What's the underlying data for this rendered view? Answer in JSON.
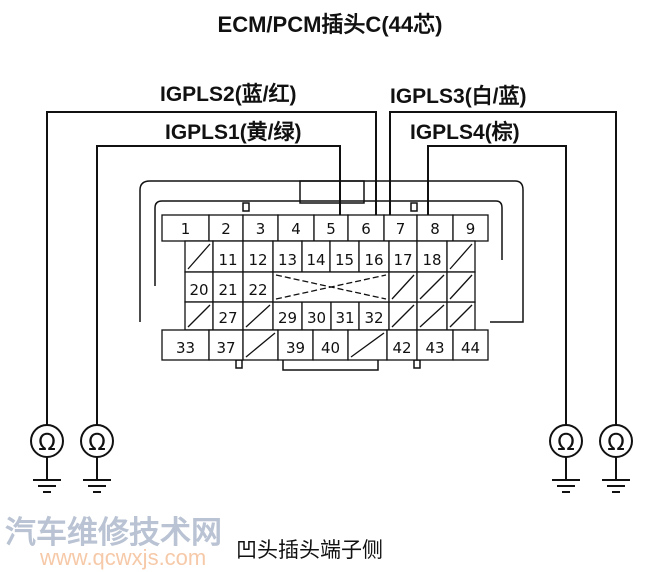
{
  "title": "ECM/PCM插头C(44芯)",
  "labels": {
    "igpls2": "IGPLS2(蓝/红)",
    "igpls1": "IGPLS1(黄/绿)",
    "igpls3": "IGPLS3(白/蓝)",
    "igpls4": "IGPLS4(棕)"
  },
  "rows": [
    [
      "1",
      "2",
      "3",
      "4",
      "5",
      "6",
      "7",
      "8",
      "9"
    ],
    [
      "",
      "11",
      "12",
      "13",
      "14",
      "15",
      "16",
      "17",
      "18",
      ""
    ],
    [
      "20",
      "21",
      "22"
    ],
    [
      "",
      "27",
      "",
      "29",
      "30",
      "31",
      "32",
      "",
      "",
      ""
    ],
    [
      "33",
      "37",
      "",
      "39",
      "40",
      "",
      "42",
      "43",
      "44"
    ]
  ],
  "ohm_symbol": "Ω",
  "caption": "凹头插头端子侧",
  "watermark": {
    "text": "汽车维修技术网",
    "url": "www.qcwxjs.com"
  }
}
